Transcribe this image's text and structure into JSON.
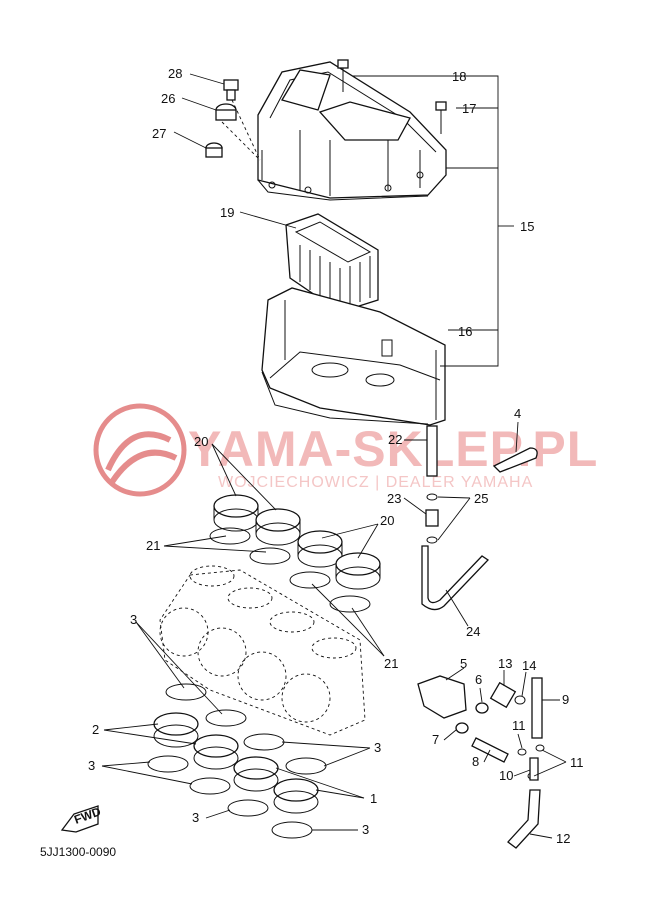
{
  "watermark": {
    "brand": "YAMA-SKLEP.PL",
    "tagline": "WOJCIECHOWICZ | DEALER YAMAHA",
    "logo_color": "#e58c8c"
  },
  "diagram_code": "5JJ1300-0090",
  "fwd_badge": "FWD",
  "callouts": [
    {
      "id": "28",
      "text": "28"
    },
    {
      "id": "26",
      "text": "26"
    },
    {
      "id": "27",
      "text": "27"
    },
    {
      "id": "18",
      "text": "18"
    },
    {
      "id": "17",
      "text": "17"
    },
    {
      "id": "15",
      "text": "15"
    },
    {
      "id": "19",
      "text": "19"
    },
    {
      "id": "16",
      "text": "16"
    },
    {
      "id": "4",
      "text": "4"
    },
    {
      "id": "20a",
      "text": "20"
    },
    {
      "id": "22",
      "text": "22"
    },
    {
      "id": "23",
      "text": "23"
    },
    {
      "id": "25",
      "text": "25"
    },
    {
      "id": "20b",
      "text": "20"
    },
    {
      "id": "21a",
      "text": "21"
    },
    {
      "id": "3a",
      "text": "3"
    },
    {
      "id": "24",
      "text": "24"
    },
    {
      "id": "21b",
      "text": "21"
    },
    {
      "id": "5",
      "text": "5"
    },
    {
      "id": "13",
      "text": "13"
    },
    {
      "id": "14",
      "text": "14"
    },
    {
      "id": "6",
      "text": "6"
    },
    {
      "id": "9",
      "text": "9"
    },
    {
      "id": "2",
      "text": "2"
    },
    {
      "id": "7",
      "text": "7"
    },
    {
      "id": "11a",
      "text": "11"
    },
    {
      "id": "3b",
      "text": "3"
    },
    {
      "id": "8",
      "text": "8"
    },
    {
      "id": "3c",
      "text": "3"
    },
    {
      "id": "11b",
      "text": "11"
    },
    {
      "id": "10",
      "text": "10"
    },
    {
      "id": "1",
      "text": "1"
    },
    {
      "id": "3d",
      "text": "3"
    },
    {
      "id": "3e",
      "text": "3"
    },
    {
      "id": "12",
      "text": "12"
    }
  ]
}
